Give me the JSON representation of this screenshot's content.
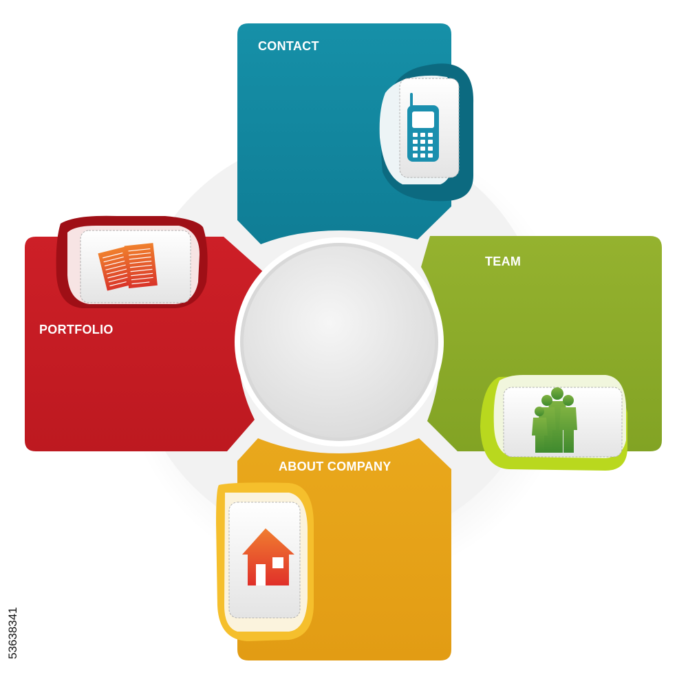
{
  "diagram": {
    "panels": {
      "contact": {
        "label": "CONTACT",
        "color": "#13879f",
        "icon": "mobile-phone-icon"
      },
      "team": {
        "label": "TEAM",
        "color": "#8bab2a",
        "icon": "people-group-icon"
      },
      "about": {
        "label": "ABOUT COMPANY",
        "color": "#e5a51a",
        "icon": "house-icon"
      },
      "portfolio": {
        "label": "PORTFOLIO",
        "color": "#c51b22",
        "icon": "documents-icon"
      }
    },
    "center_circle": {
      "fill": "#e8e8e8"
    }
  },
  "stock_id": "53638341"
}
